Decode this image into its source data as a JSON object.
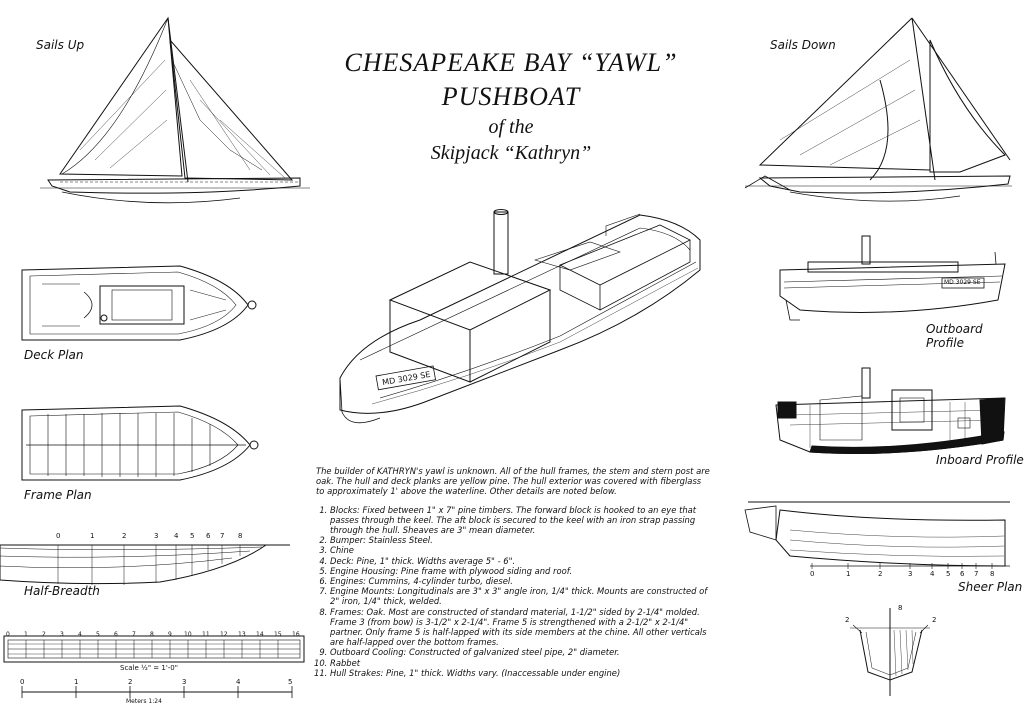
{
  "title": {
    "line1": "CHESAPEAKE BAY “YAWL”",
    "line2": "PUSHBOAT",
    "line3": "of the",
    "line4": "Skipjack “Kathryn”"
  },
  "labels": {
    "sails_up": "Sails Up",
    "sails_down": "Sails Down",
    "deck_plan": "Deck Plan",
    "frame_plan": "Frame Plan",
    "half_breadth": "Half-Breadth",
    "outboard_profile": "Outboard Profile",
    "inboard_profile": "Inboard Profile",
    "sheer_plan": "Sheer Plan",
    "registration": "MD 3029 SE"
  },
  "intro": "The builder of KATHRYN's yawl is unknown. All of the hull frames, the stem and stern post are oak. The hull and deck planks are yellow pine. The hull exterior was covered with fiberglass to approximately 1' above the waterline. Other details are noted below.",
  "notes": [
    "Blocks: Fixed between 1\" x 7\" pine timbers. The forward block is hooked to an eye that passes through the keel. The aft block is secured to the keel with an iron strap passing through the hull. Sheaves are 3\" mean diameter.",
    "Bumper: Stainless Steel.",
    "Chine",
    "Deck: Pine, 1\" thick. Widths average 5\" - 6\".",
    "Engine Housing: Pine frame with plywood siding and roof.",
    "Engines: Cummins, 4-cylinder turbo, diesel.",
    "Engine Mounts: Longitudinals are 3\" x 3\" angle iron, 1/4\" thick. Mounts are constructed of 2\" iron, 1/4\" thick, welded.",
    "Frames: Oak. Most are constructed of standard material, 1-1/2\" sided by 2-1/4\" molded. Frame 3 (from bow) is 3-1/2\" x 2-1/4\". Frame 5 is strengthened with a 2-1/2\" x 2-1/4\" partner. Only frame 5 is half-lapped with its side members at the chine. All other verticals are half-lapped over the bottom frames.",
    "Outboard Cooling: Constructed of galvanized steel pipe, 2\" diameter.",
    "Rabbet",
    "Hull Strakes: Pine, 1\" thick. Widths vary. (Inaccessable under engine)"
  ],
  "scale": {
    "feet_label": "Scale ½\" = 1'-0\"",
    "feet_ticks": [
      "0",
      "1",
      "2",
      "3",
      "4",
      "5",
      "6",
      "7",
      "8",
      "9",
      "10",
      "11",
      "12",
      "13",
      "14",
      "15",
      "16"
    ],
    "meters_label": "Meters 1:24",
    "meter_ticks": [
      "0",
      "1",
      "2",
      "3",
      "4",
      "5"
    ]
  },
  "station_numbers": [
    "0",
    "1",
    "2",
    "3",
    "4",
    "5",
    "6",
    "7",
    "8"
  ],
  "section_numbers": [
    "2",
    "8",
    "2"
  ]
}
